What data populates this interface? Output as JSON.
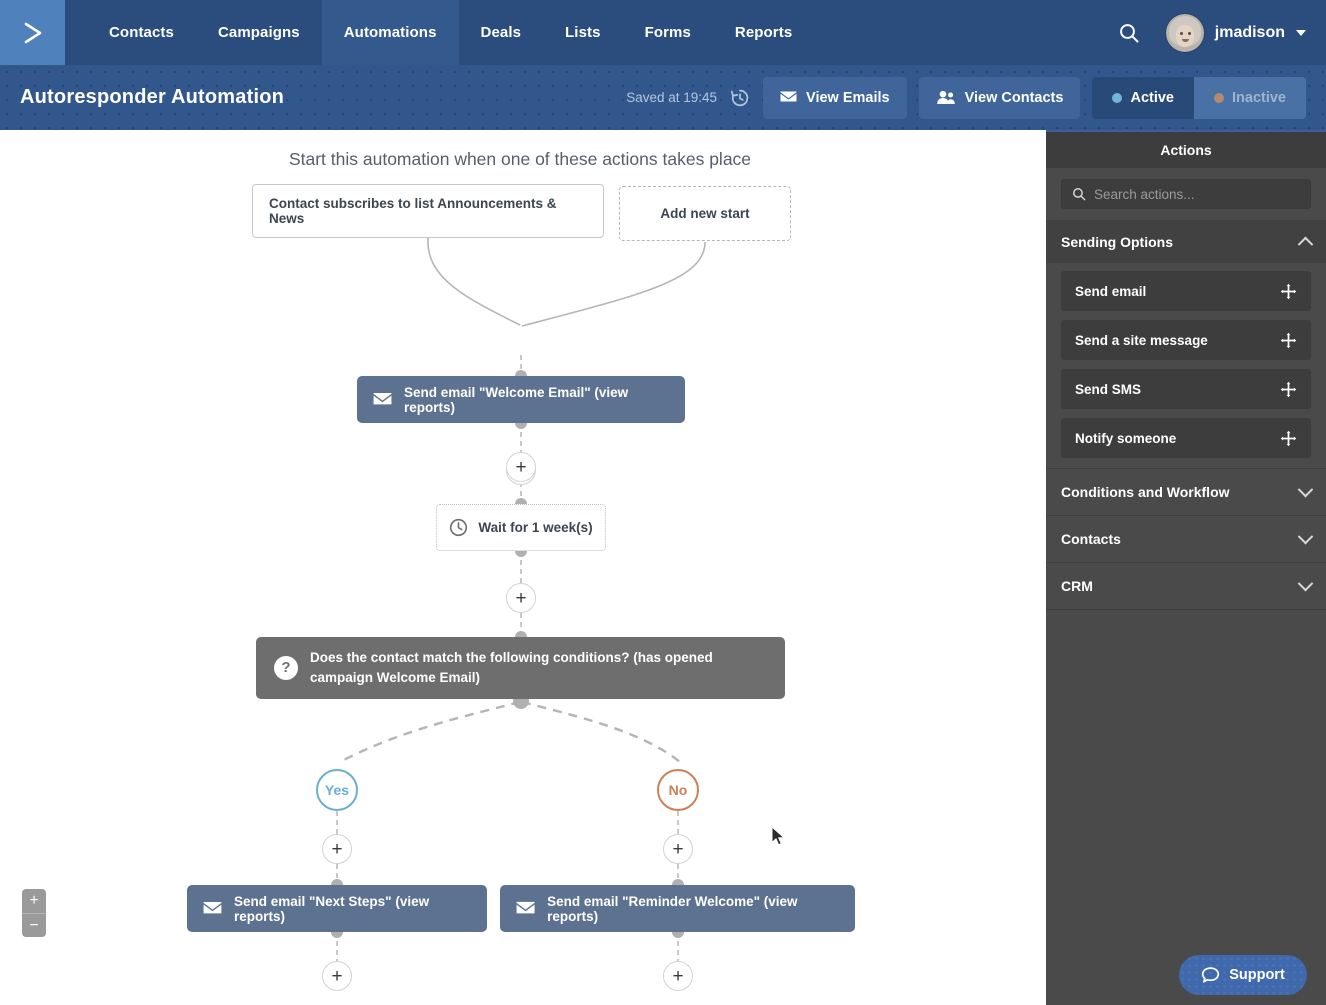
{
  "topnav": {
    "logo_icon": "chevron-right-logo",
    "items": [
      {
        "label": "Contacts",
        "active": false
      },
      {
        "label": "Campaigns",
        "active": false
      },
      {
        "label": "Automations",
        "active": true
      },
      {
        "label": "Deals",
        "active": false
      },
      {
        "label": "Lists",
        "active": false
      },
      {
        "label": "Forms",
        "active": false
      },
      {
        "label": "Reports",
        "active": false
      }
    ],
    "search_icon": "search-icon",
    "username": "jmadison",
    "caret_icon": "chevron-down-icon"
  },
  "subheader": {
    "title": "Autoresponder Automation",
    "saved_at": "Saved at 19:45",
    "history_icon": "history-clock-icon",
    "view_emails_label": "View Emails",
    "view_emails_icon": "envelope-icon",
    "view_contacts_label": "View Contacts",
    "view_contacts_icon": "people-icon",
    "active_label": "Active",
    "inactive_label": "Inactive",
    "accent_blue": "#3f659b",
    "active_bg": "#274a78",
    "inactive_bg": "#4a71a6"
  },
  "canvas": {
    "start_prompt": "Start this automation when one of these actions takes place",
    "trigger_label": "Contact subscribes to list Announcements & News",
    "add_start_label": "Add new start",
    "email_main": "Send email \"Welcome Email\" (view reports)",
    "wait_label": "Wait for 1 week(s)",
    "wait_icon": "clock-icon",
    "condition_label": "Does the contact match the following conditions? (has opened campaign Welcome Email)",
    "condition_icon": "question-mark-icon",
    "branch_yes": "Yes",
    "branch_no": "No",
    "email_yes": "Send email \"Next Steps\" (view reports)",
    "email_no": "Send email \"Reminder Welcome\" (view reports)",
    "plus_label": "+",
    "zoom_in_label": "+",
    "zoom_out_label": "−",
    "email_node_color": "#5d7290",
    "condition_node_color": "#6e6e6e",
    "yes_color": "#69b0cf",
    "no_color": "#cc8055"
  },
  "sidebar": {
    "title": "Actions",
    "search_placeholder": "Search actions...",
    "search_value": "",
    "search_icon": "search-icon",
    "sections": [
      {
        "label": "Sending Options",
        "expanded": true,
        "chevron": "chevron-up-icon",
        "items": [
          {
            "label": "Send email",
            "handle": "drag-handle-icon"
          },
          {
            "label": "Send a site message",
            "handle": "drag-handle-icon"
          },
          {
            "label": "Send SMS",
            "handle": "drag-handle-icon"
          },
          {
            "label": "Notify someone",
            "handle": "drag-handle-icon"
          }
        ]
      },
      {
        "label": "Conditions and Workflow",
        "expanded": false,
        "chevron": "chevron-down-icon",
        "items": []
      },
      {
        "label": "Contacts",
        "expanded": false,
        "chevron": "chevron-down-icon",
        "items": []
      },
      {
        "label": "CRM",
        "expanded": false,
        "chevron": "chevron-down-icon",
        "items": []
      }
    ]
  },
  "support": {
    "label": "Support",
    "icon": "chat-bubble-icon",
    "color": "#3f69ac"
  }
}
